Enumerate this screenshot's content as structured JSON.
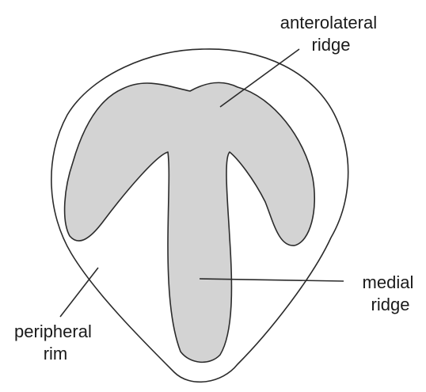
{
  "labels": {
    "anterolateral": [
      "anterolateral",
      "ridge"
    ],
    "medial": [
      "medial",
      "ridge"
    ],
    "peripheral": [
      "peripheral",
      "rim"
    ]
  },
  "colors": {
    "ridge_fill": "#d3d3d3",
    "stroke": "#2b2b2b",
    "background": "#ffffff"
  }
}
